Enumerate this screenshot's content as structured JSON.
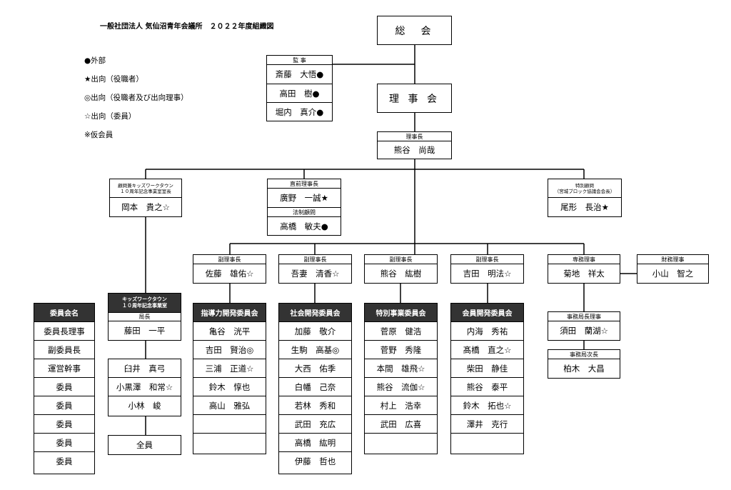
{
  "title": "一般社団法人 気仙沼青年会議所　２０２２年度組織図",
  "legend": [
    "●外部",
    "★出向（役職者）",
    "◎出向（役職者及び出向理事）",
    "☆出向（委員）",
    "※仮会員"
  ],
  "general_assembly": "総　会",
  "board": "理 事 会",
  "auditors": {
    "label": "監 事",
    "members": [
      "斎藤　大悟●",
      "高田　樹●",
      "堀内　真介●"
    ]
  },
  "president": {
    "label": "理事長",
    "name": "熊谷　尚哉"
  },
  "kidswork_advisor": {
    "label": "顧問兼キッズワークタウン\n１０周年記念事業室室長",
    "name": "岡本　貴之☆"
  },
  "former_president": {
    "label": "直前理事長",
    "name": "廣野　一誠★"
  },
  "legal_advisor": {
    "label": "法制顧問",
    "name": "高橋　敏夫●"
  },
  "special_advisor": {
    "label": "特別顧問\n（宮城ブロック協議会会長）",
    "name": "尾形　長治★"
  },
  "vice_presidents": [
    {
      "label": "副理事長",
      "name": "佐藤　雄佑☆"
    },
    {
      "label": "副理事長",
      "name": "吾妻　清香☆"
    },
    {
      "label": "副理事長",
      "name": "熊谷　紘樹"
    },
    {
      "label": "副理事長",
      "name": "吉田　明法☆"
    }
  ],
  "executive_director": {
    "label": "専務理事",
    "name": "菊地　祥太"
  },
  "treasurer": {
    "label": "財務理事",
    "name": "小山　智之"
  },
  "secretariat_director": {
    "label": "事務局長理事",
    "name": "須田　蘭湖☆"
  },
  "deputy_secretary": {
    "label": "事務局次長",
    "name": "柏木　大昌"
  },
  "roles_column": {
    "header": "委員会名",
    "rows": [
      "委員長理事",
      "副委員長",
      "運営幹事",
      "委員",
      "委員",
      "委員",
      "委員",
      "委員"
    ]
  },
  "kidswork_office": {
    "header": "キッズワークタウン\n１０周年記念事業室",
    "chief_label": "局長",
    "chief": "藤田　一平",
    "members": [
      "臼井　真弓",
      "小黒澤　和常☆",
      "小林　峻"
    ],
    "all": "全員"
  },
  "committees": [
    {
      "name": "指導力開発委員会",
      "members": [
        "亀谷　洸平",
        "吉田　賢治◎",
        "三浦　正道☆",
        "鈴木　惇也",
        "高山　雅弘",
        "",
        "",
        ""
      ]
    },
    {
      "name": "社会開発委員会",
      "members": [
        "加藤　敬介",
        "生駒　高基◎",
        "大西　佑季",
        "白幡　己奈",
        "若林　秀和",
        "武田　充広",
        "高橋　紘明",
        "伊藤　哲也"
      ]
    },
    {
      "name": "特別事業委員会",
      "members": [
        "菅原　健浩",
        "菅野　秀隆",
        "本間　雄飛☆",
        "熊谷　流伽☆",
        "村上　浩幸",
        "武田　広喜",
        "",
        ""
      ]
    },
    {
      "name": "会員開発委員会",
      "members": [
        "内海　秀祐",
        "髙橋　直之☆",
        "柴田　静佳",
        "熊谷　泰平",
        "鈴木　拓也☆",
        "澤井　克行",
        "",
        ""
      ]
    }
  ]
}
